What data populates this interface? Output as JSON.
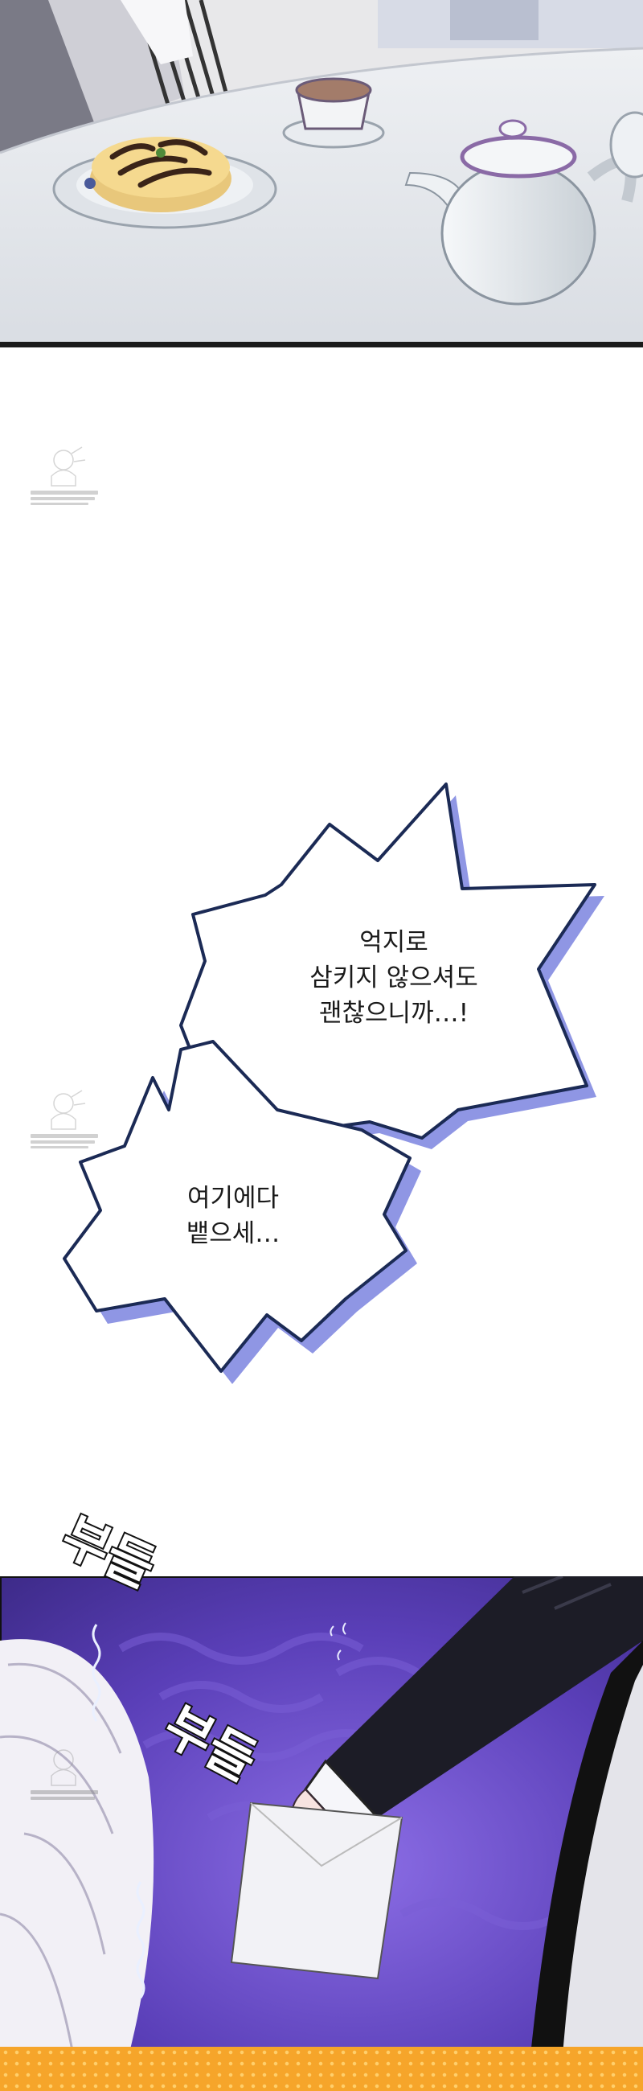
{
  "bubbles": {
    "main_line1": "억지로",
    "main_line2": "삼키지 않으셔도",
    "main_line3": "괜찮으니까…!",
    "secondary_line1": "여기에다",
    "secondary_line2": "뱉으세…"
  },
  "sfx": {
    "trembling_1": "부들",
    "trembling_2": "부들"
  },
  "colors": {
    "bubble_outline": "#1b2a55",
    "bubble_shadow": "#8f96e4",
    "night_background": "#5a3fb8",
    "strip": "#f6a52a"
  }
}
